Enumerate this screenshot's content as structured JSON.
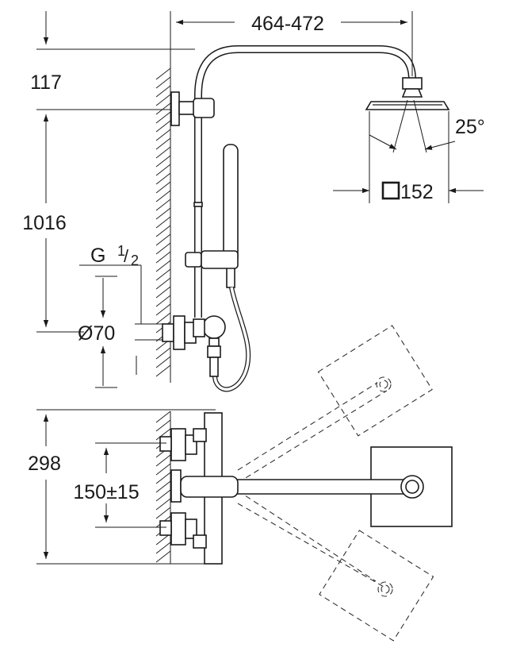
{
  "dimensions": {
    "width_range": "464-472",
    "top_offset": "117",
    "height": "1016",
    "thread": "G",
    "thread_num": "1",
    "thread_den": "2",
    "diameter": "Ø70",
    "angle": "25°",
    "head_size": "152",
    "depth": "298",
    "spacing": "150±15"
  },
  "colors": {
    "line": "#1a1a1a",
    "background": "#ffffff"
  },
  "icons": {
    "head_shape": "square-outline-icon"
  }
}
